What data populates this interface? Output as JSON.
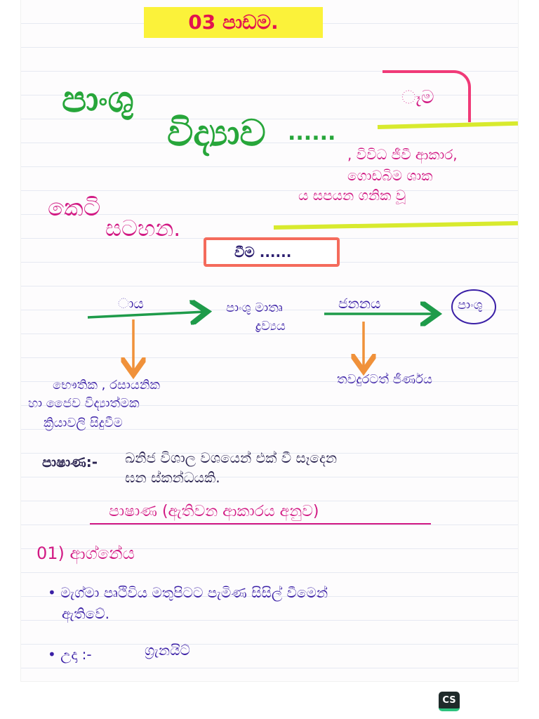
{
  "header": {
    "lesson_number": "03 පාඩම.",
    "heading_line1": "පාංශු",
    "heading_line2": "විද්‍යාව",
    "heading_dots": "......"
  },
  "aside": {
    "partial_word": "ෑම",
    "pink_line1": ", විවිධ ජීවී ආකාර,",
    "pink_line2": "ගොඩබිම ශාක",
    "pink_line3": "ය සපයන ගනික වූ"
  },
  "notes_title": {
    "line1": "කෙටි",
    "line2": "සටහන."
  },
  "section_box": {
    "label": "වීම ......"
  },
  "flow": {
    "left_node": "ාය",
    "middle_node_line1": "පාංශු මාතෘ",
    "middle_node_line2": "ද්‍රව්‍යය",
    "right_node": "ජනනය",
    "circle_node": "පාංශු",
    "left_result_line1": "භෞතික , රසායනික",
    "left_result_line2": "හා ජෛව විද්‍යාත්මක",
    "left_result_line3": "ක්‍රියාවලි සිදුවීම",
    "right_result": "තවදුරටත් ජීර්ණය"
  },
  "definition": {
    "term": "පාෂාණ:-",
    "line1": "ඛනිජ විශාල වශයෙන් එක් වී සෑදෙන",
    "line2": "ඝන ස්කන්ධයකි."
  },
  "classification": {
    "heading": "පාෂාණ (ඇතිවන ආකාරය අනුව)",
    "item1_title": "01) ආග්නේය",
    "bullet1_line1": "• මැග්මා පෘථිවිය මතුපිටට පැමිණ සිසිල් වීමෙන්",
    "bullet1_line2": "ඇතිවේ.",
    "bullet2_term": "• උදා :-",
    "bullet2_value": "ග්‍රැනයිට්"
  },
  "app": {
    "logo_text": "CS"
  },
  "colors": {
    "green": "#27a63a",
    "pink": "#d21a84",
    "purple": "#3a1fa6",
    "orange": "#f0913a",
    "yellow": "#fbf23a"
  }
}
